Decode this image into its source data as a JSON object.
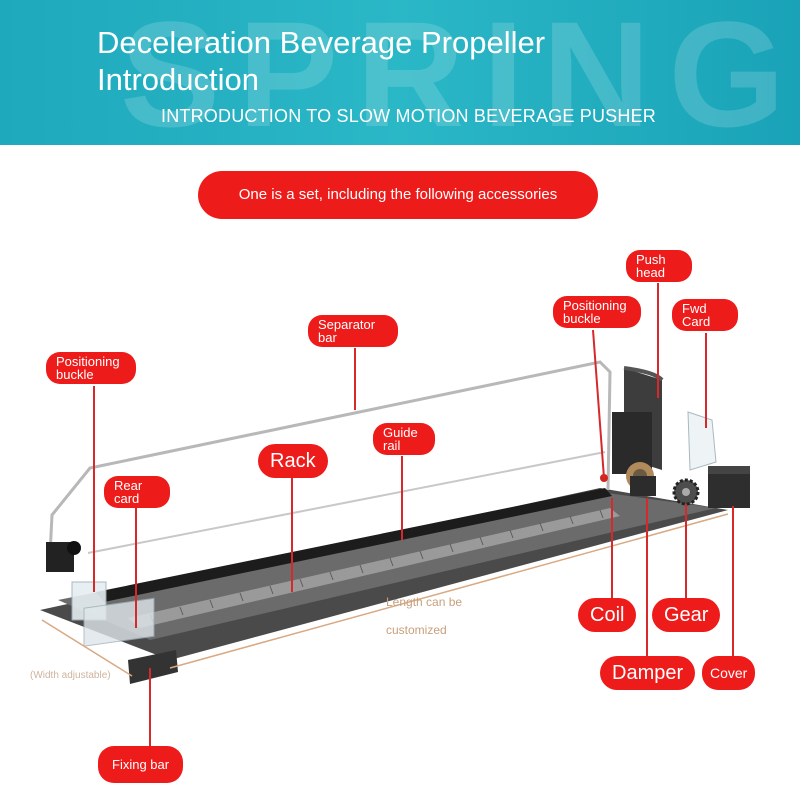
{
  "header": {
    "watermark": "SPRING",
    "title": "Deceleration Beverage Propeller Introduction",
    "subtitle": "INTRODUCTION TO SLOW MOTION BEVERAGE PUSHER"
  },
  "set_note": "One is a set, including the following accessories",
  "labels": {
    "push_head": "Push head",
    "positioning_buckle_right": "Positioning buckle",
    "fwd_card": "Fwd Card",
    "separator_bar": "Separator bar",
    "positioning_buckle_left": "Positioning buckle",
    "guide_rail": "Guide rail",
    "rack": "Rack",
    "rear_card": "Rear card",
    "coil": "Coil",
    "gear": "Gear",
    "damper": "Damper",
    "cover": "Cover",
    "fixing_bar": "Fixing bar"
  },
  "notes": {
    "length_line1": "Length can be",
    "length_line2": "customized",
    "width": "(Width adjustable)"
  },
  "colors": {
    "banner": "#22adc0",
    "label_red": "#ee1b1b",
    "metal_dark": "#3a3a3a",
    "leader_line": "#e0202a"
  }
}
